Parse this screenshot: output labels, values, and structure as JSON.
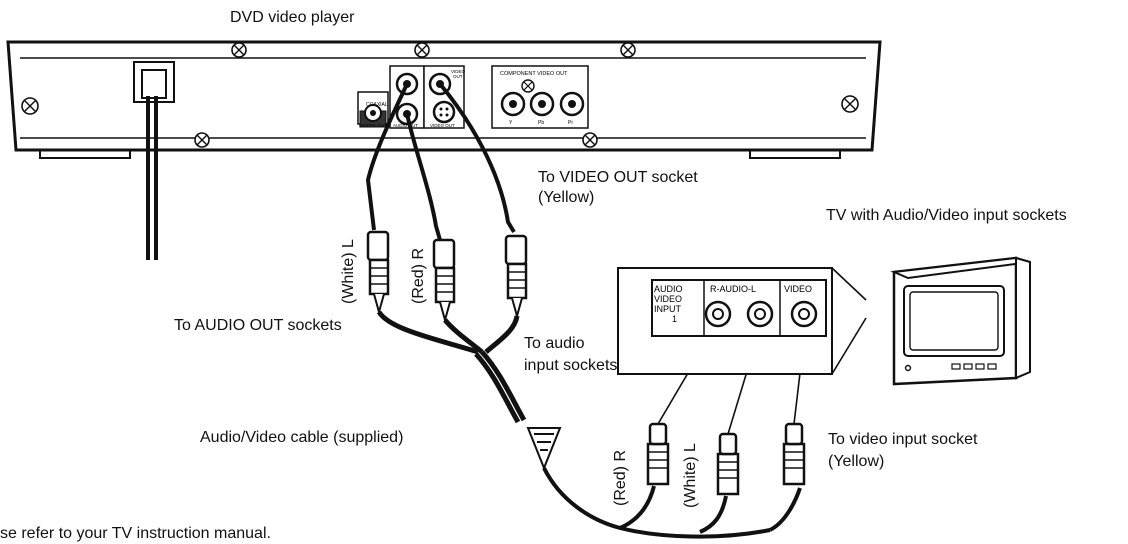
{
  "labels": {
    "dvd_player": "DVD video player",
    "tv_sockets": "TV with Audio/Video input sockets",
    "to_video_out": "To VIDEO OUT socket",
    "to_video_out_color": "(Yellow)",
    "to_audio_out": "To AUDIO OUT sockets",
    "to_audio_input_line1": "To audio",
    "to_audio_input_line2": "input sockets",
    "av_cable": "Audio/Video cable (supplied)",
    "to_video_input": "To video input socket",
    "to_video_input_color": "(Yellow)",
    "white_l_top": "(White) L",
    "red_r_top": "(Red) R",
    "red_r_bottom": "(Red) R",
    "white_l_bottom": "(White) L",
    "footnote": "se refer to your TV instruction manual."
  },
  "panel_labels": {
    "component_video_out": "COMPONENT VIDEO OUT",
    "video_out_small": "VIDEO OUT",
    "audio_out": "AUDIO OUT",
    "s_video_out": "VIDEO OUT",
    "coaxial": "COAXIAL",
    "digital_out": "DIGITAL OUT",
    "y": "Y",
    "pb": "Pb",
    "pr": "Pr",
    "l": "L",
    "r": "R",
    "audio_video_input_1": "AUDIO",
    "audio_video_input_2": "VIDEO",
    "audio_video_input_3": "INPUT",
    "audio_video_input_4": "1",
    "r_audio_l": "R-AUDIO-L",
    "video": "VIDEO"
  }
}
